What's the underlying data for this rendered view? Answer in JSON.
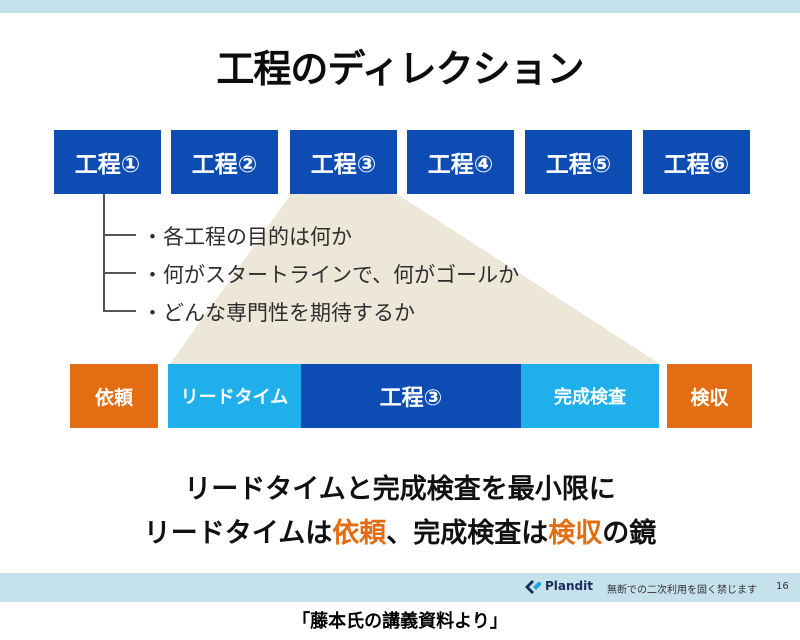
{
  "slide": {
    "title": "工程のディレクション",
    "steps": [
      "工程①",
      "工程②",
      "工程③",
      "工程④",
      "工程⑤",
      "工程⑥"
    ],
    "questions": [
      "・各工程の目的は何か",
      "・何がスタートラインで、何がゴールか",
      "・どんな専門性を期待するか"
    ],
    "flow": {
      "request": "依頼",
      "lead_time": "リードタイム",
      "process": "工程③",
      "final_inspection": "完成検査",
      "acceptance": "検収"
    },
    "summary": {
      "line1": "リードタイムと完成検査を最小限に",
      "line2_parts": [
        "リードタイムは",
        "依頼",
        "、完成検査は",
        "検収",
        "の鏡"
      ]
    },
    "colors": {
      "step_blue": "#0d4db3",
      "light_blue": "#1fb0ec",
      "orange": "#e26d12",
      "highlight_text": "#e26d12",
      "trapezoid": "#ece7d8",
      "band": "#c4e1ec"
    }
  },
  "footer": {
    "logo_icon": "plandit-logo-icon",
    "brand": "Plandit",
    "notice": "無断での二次利用を固く禁じます",
    "page_number": "16"
  },
  "caption": "「藤本氏の講義資料より」"
}
